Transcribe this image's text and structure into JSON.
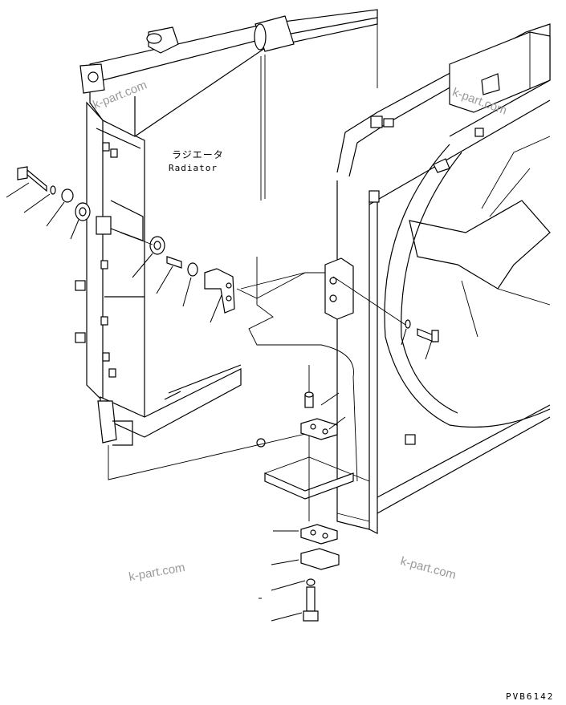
{
  "radiator_label_ja": "ラジエータ",
  "radiator_label_en": "Radiator",
  "watermark": "k-part.com",
  "drawing_code": "PVB6142"
}
